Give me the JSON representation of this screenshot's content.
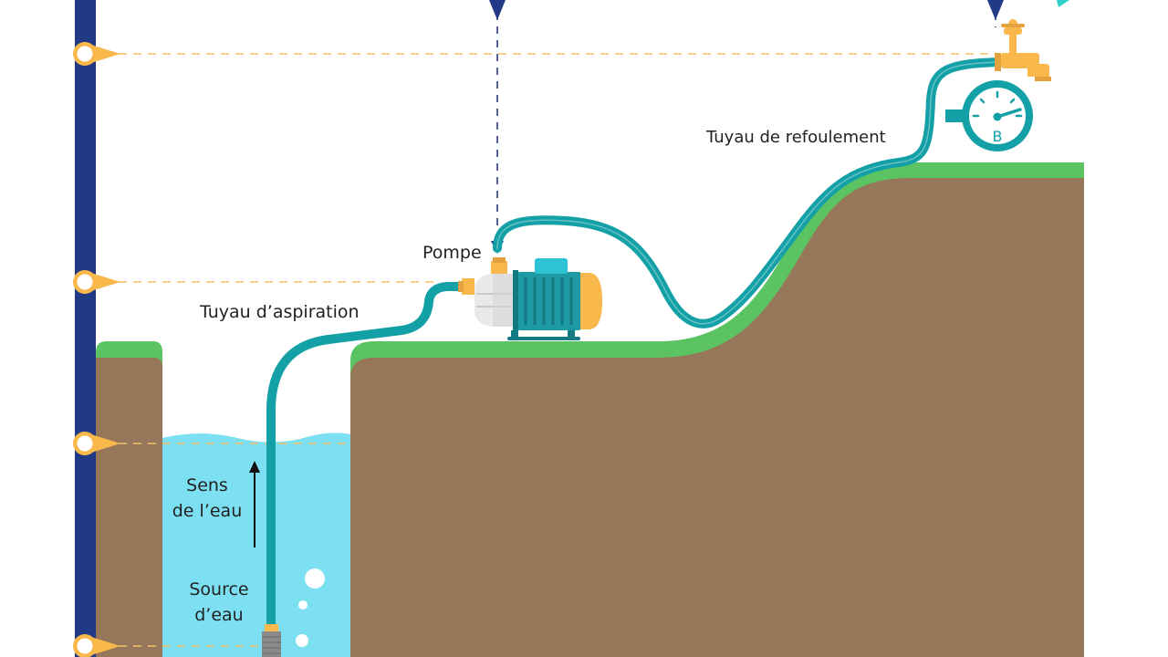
{
  "labels": {
    "pump": "Pompe",
    "suction_pipe": "Tuyau d’aspiration",
    "discharge_pipe": "Tuyau de refoulement",
    "water_direction_line1": "Sens",
    "water_direction_line2": "de l’eau",
    "water_source_line1": "Source",
    "water_source_line2": "d’eau",
    "gauge_letter": "B"
  },
  "colors": {
    "ground": "#97775a",
    "grass": "#5cc362",
    "water": "#7de0f2",
    "pipe": "#13a0a6",
    "pump_body": "#1d9aa3",
    "accent_orange": "#f9b84c",
    "measuring_pole": "#223a86",
    "level_marker": "#f9b84c",
    "dashed_guides": "#f3c069",
    "vertical_guides": "#2a3a78"
  },
  "icons": {
    "pump": "centrifugal-pump-icon",
    "gauge": "pressure-gauge-icon",
    "tap": "water-tap-icon",
    "strainer": "suction-strainer-icon",
    "arrow": "arrow-up-icon"
  }
}
